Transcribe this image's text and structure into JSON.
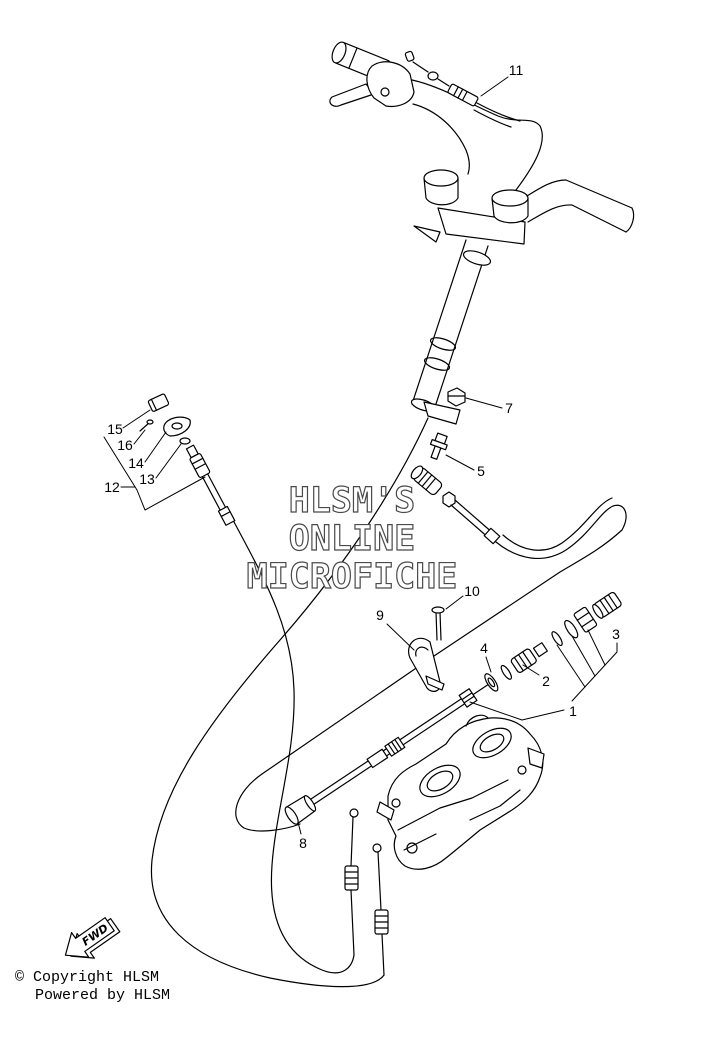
{
  "watermark": {
    "lines": [
      "HLSM'S",
      "ONLINE",
      "MICROFICHE"
    ]
  },
  "callouts": {
    "p1": "1",
    "p2": "2",
    "p3": "3",
    "p4": "4",
    "p5": "5",
    "p7": "7",
    "p8": "8",
    "p9": "9",
    "p10": "10",
    "p11": "11",
    "p12": "12",
    "p13": "13",
    "p14": "14",
    "p15": "15",
    "p16": "16"
  },
  "fwd_arrow": {
    "label": "FWD",
    "icon": "forward-direction-arrow-icon"
  },
  "footer": {
    "copyright": "© Copyright HLSM",
    "powered_by": "Powered by HLSM"
  },
  "colors": {
    "line": "#000000",
    "watermark_outline": "#4a4a4a",
    "background": "#ffffff"
  }
}
